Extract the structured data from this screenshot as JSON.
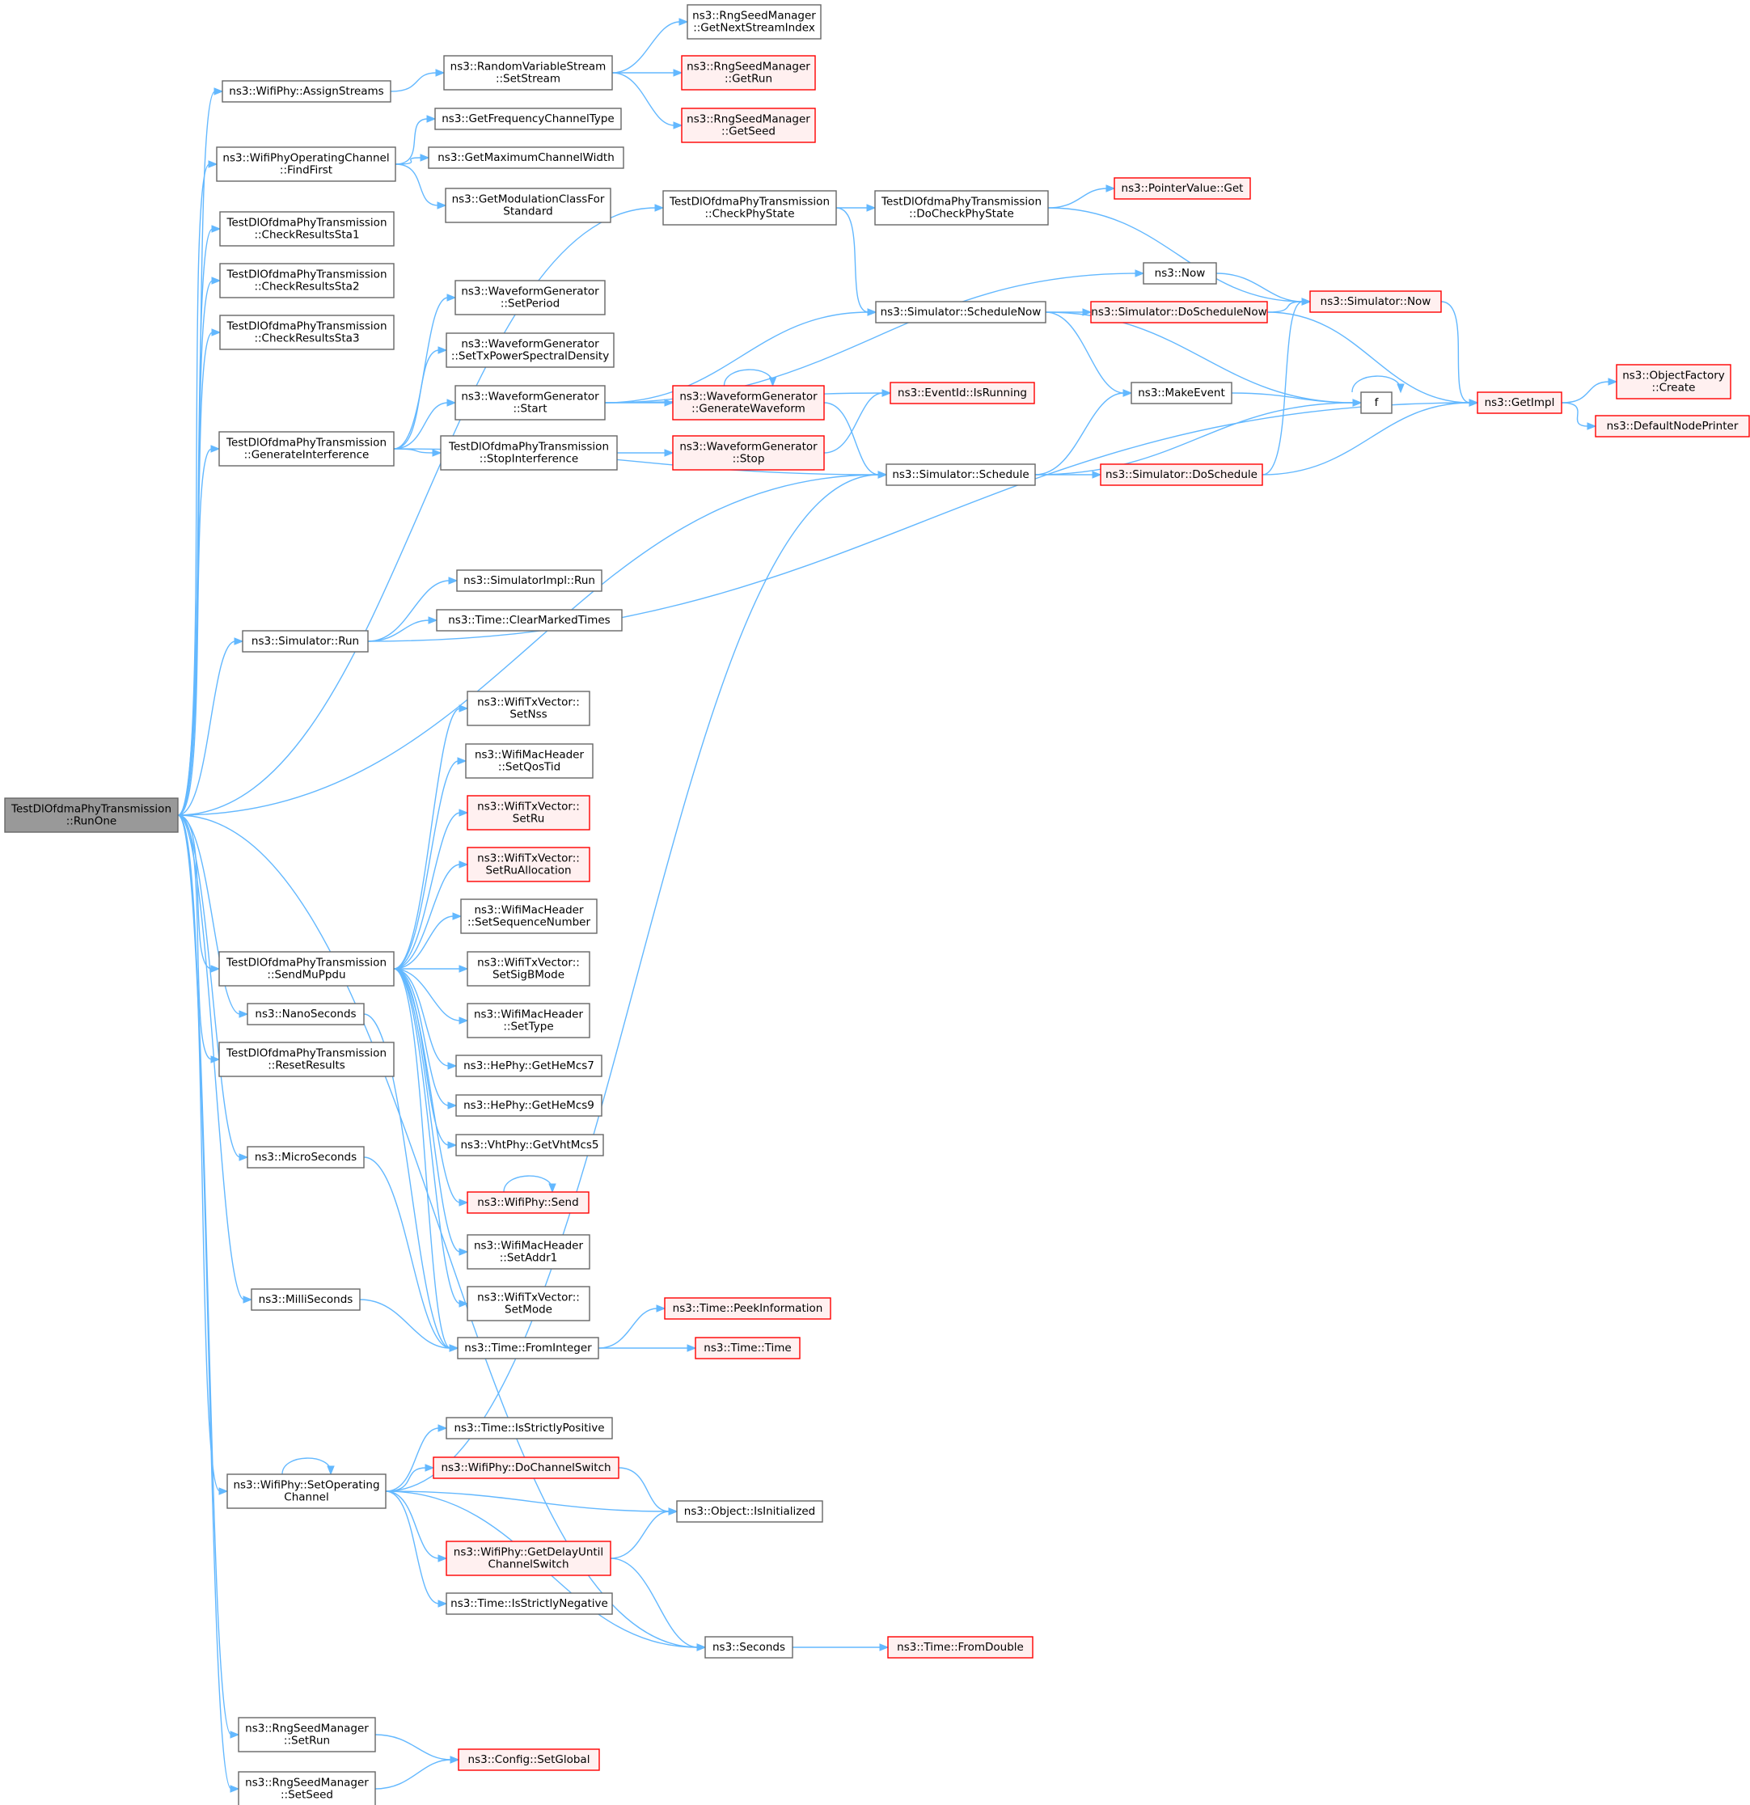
{
  "colors": {
    "edge": "#63b8ff",
    "node_border": "#666666",
    "node_fill": "#ffffff",
    "root_fill": "#999999",
    "truncated_border": "#ff0000",
    "truncated_fill": "#fff0f0"
  },
  "nodes": [
    {
      "id": "root",
      "lines": [
        "TestDlOfdmaPhyTransmission",
        "::RunOne"
      ],
      "style": "root"
    },
    {
      "id": "assignStreams",
      "lines": [
        "ns3::WifiPhy::AssignStreams"
      ],
      "style": "plain"
    },
    {
      "id": "setStream",
      "lines": [
        "ns3::RandomVariableStream",
        "::SetStream"
      ],
      "style": "plain"
    },
    {
      "id": "getNextStreamIndex",
      "lines": [
        "ns3::RngSeedManager",
        "::GetNextStreamIndex"
      ],
      "style": "plain"
    },
    {
      "id": "getRun",
      "lines": [
        "ns3::RngSeedManager",
        "::GetRun"
      ],
      "style": "red"
    },
    {
      "id": "getSeed",
      "lines": [
        "ns3::RngSeedManager",
        "::GetSeed"
      ],
      "style": "red"
    },
    {
      "id": "getFreqChanType",
      "lines": [
        "ns3::GetFrequencyChannelType"
      ],
      "style": "plain"
    },
    {
      "id": "findFirst",
      "lines": [
        "ns3::WifiPhyOperatingChannel",
        "::FindFirst"
      ],
      "style": "plain"
    },
    {
      "id": "getMaxChanWidth",
      "lines": [
        "ns3::GetMaximumChannelWidth"
      ],
      "style": "plain"
    },
    {
      "id": "getModClass",
      "lines": [
        "ns3::GetModulationClassFor",
        "Standard"
      ],
      "style": "plain"
    },
    {
      "id": "checkSta1",
      "lines": [
        "TestDlOfdmaPhyTransmission",
        "::CheckResultsSta1"
      ],
      "style": "plain"
    },
    {
      "id": "checkSta2",
      "lines": [
        "TestDlOfdmaPhyTransmission",
        "::CheckResultsSta2"
      ],
      "style": "plain"
    },
    {
      "id": "checkSta3",
      "lines": [
        "TestDlOfdmaPhyTransmission",
        "::CheckResultsSta3"
      ],
      "style": "plain"
    },
    {
      "id": "checkPhyState",
      "lines": [
        "TestDlOfdmaPhyTransmission",
        "::CheckPhyState"
      ],
      "style": "plain"
    },
    {
      "id": "doCheckPhyState",
      "lines": [
        "TestDlOfdmaPhyTransmission",
        "::DoCheckPhyState"
      ],
      "style": "plain"
    },
    {
      "id": "pointerGet",
      "lines": [
        "ns3::PointerValue::Get"
      ],
      "style": "red"
    },
    {
      "id": "wgSetPeriod",
      "lines": [
        "ns3::WaveformGenerator",
        "::SetPeriod"
      ],
      "style": "plain"
    },
    {
      "id": "wgSetTxPsd",
      "lines": [
        "ns3::WaveformGenerator",
        "::SetTxPowerSpectralDensity"
      ],
      "style": "plain"
    },
    {
      "id": "wgStart",
      "lines": [
        "ns3::WaveformGenerator",
        "::Start"
      ],
      "style": "plain"
    },
    {
      "id": "genInterf",
      "lines": [
        "TestDlOfdmaPhyTransmission",
        "::GenerateInterference"
      ],
      "style": "plain"
    },
    {
      "id": "stopInterf",
      "lines": [
        "TestDlOfdmaPhyTransmission",
        "::StopInterference"
      ],
      "style": "plain"
    },
    {
      "id": "wgGenWave",
      "lines": [
        "ns3::WaveformGenerator",
        "::GenerateWaveform"
      ],
      "style": "red"
    },
    {
      "id": "wgStop",
      "lines": [
        "ns3::WaveformGenerator",
        "::Stop"
      ],
      "style": "red"
    },
    {
      "id": "ns3Now",
      "lines": [
        "ns3::Now"
      ],
      "style": "plain"
    },
    {
      "id": "schedNow",
      "lines": [
        "ns3::Simulator::ScheduleNow"
      ],
      "style": "plain"
    },
    {
      "id": "doSchedNow",
      "lines": [
        "ns3::Simulator::DoScheduleNow"
      ],
      "style": "red"
    },
    {
      "id": "simNow",
      "lines": [
        "ns3::Simulator::Now"
      ],
      "style": "red"
    },
    {
      "id": "eventIsRunning",
      "lines": [
        "ns3::EventId::IsRunning"
      ],
      "style": "red"
    },
    {
      "id": "makeEvent",
      "lines": [
        "ns3::MakeEvent"
      ],
      "style": "plain"
    },
    {
      "id": "f",
      "lines": [
        "f"
      ],
      "style": "plain"
    },
    {
      "id": "getImpl",
      "lines": [
        "ns3::GetImpl"
      ],
      "style": "red"
    },
    {
      "id": "objFactCreate",
      "lines": [
        "ns3::ObjectFactory",
        "::Create"
      ],
      "style": "red"
    },
    {
      "id": "defNodePrinter",
      "lines": [
        "ns3::DefaultNodePrinter"
      ],
      "style": "red"
    },
    {
      "id": "schedule",
      "lines": [
        "ns3::Simulator::Schedule"
      ],
      "style": "plain"
    },
    {
      "id": "doSchedule",
      "lines": [
        "ns3::Simulator::DoSchedule"
      ],
      "style": "red"
    },
    {
      "id": "simImplRun",
      "lines": [
        "ns3::SimulatorImpl::Run"
      ],
      "style": "plain"
    },
    {
      "id": "clearMarked",
      "lines": [
        "ns3::Time::ClearMarkedTimes"
      ],
      "style": "plain"
    },
    {
      "id": "simRun",
      "lines": [
        "ns3::Simulator::Run"
      ],
      "style": "plain"
    },
    {
      "id": "setNss",
      "lines": [
        "ns3::WifiTxVector::",
        "SetNss"
      ],
      "style": "plain"
    },
    {
      "id": "setQosTid",
      "lines": [
        "ns3::WifiMacHeader",
        "::SetQosTid"
      ],
      "style": "plain"
    },
    {
      "id": "setRu",
      "lines": [
        "ns3::WifiTxVector::",
        "SetRu"
      ],
      "style": "red"
    },
    {
      "id": "setRuAlloc",
      "lines": [
        "ns3::WifiTxVector::",
        "SetRuAllocation"
      ],
      "style": "red"
    },
    {
      "id": "setSeqNum",
      "lines": [
        "ns3::WifiMacHeader",
        "::SetSequenceNumber"
      ],
      "style": "plain"
    },
    {
      "id": "sendMuPpdu",
      "lines": [
        "TestDlOfdmaPhyTransmission",
        "::SendMuPpdu"
      ],
      "style": "plain"
    },
    {
      "id": "setSigB",
      "lines": [
        "ns3::WifiTxVector::",
        "SetSigBMode"
      ],
      "style": "plain"
    },
    {
      "id": "setType",
      "lines": [
        "ns3::WifiMacHeader",
        "::SetType"
      ],
      "style": "plain"
    },
    {
      "id": "nanoSeconds",
      "lines": [
        "ns3::NanoSeconds"
      ],
      "style": "plain"
    },
    {
      "id": "getHeMcs7",
      "lines": [
        "ns3::HePhy::GetHeMcs7"
      ],
      "style": "plain"
    },
    {
      "id": "resetResults",
      "lines": [
        "TestDlOfdmaPhyTransmission",
        "::ResetResults"
      ],
      "style": "plain"
    },
    {
      "id": "getHeMcs9",
      "lines": [
        "ns3::HePhy::GetHeMcs9"
      ],
      "style": "plain"
    },
    {
      "id": "getVhtMcs5",
      "lines": [
        "ns3::VhtPhy::GetVhtMcs5"
      ],
      "style": "plain"
    },
    {
      "id": "microSeconds",
      "lines": [
        "ns3::MicroSeconds"
      ],
      "style": "plain"
    },
    {
      "id": "wifiSend",
      "lines": [
        "ns3::WifiPhy::Send"
      ],
      "style": "red"
    },
    {
      "id": "setAddr1",
      "lines": [
        "ns3::WifiMacHeader",
        "::SetAddr1"
      ],
      "style": "plain"
    },
    {
      "id": "setMode",
      "lines": [
        "ns3::WifiTxVector::",
        "SetMode"
      ],
      "style": "plain"
    },
    {
      "id": "milliSeconds",
      "lines": [
        "ns3::MilliSeconds"
      ],
      "style": "plain"
    },
    {
      "id": "peekInfo",
      "lines": [
        "ns3::Time::PeekInformation"
      ],
      "style": "red"
    },
    {
      "id": "fromInteger",
      "lines": [
        "ns3::Time::FromInteger"
      ],
      "style": "plain"
    },
    {
      "id": "timeTime",
      "lines": [
        "ns3::Time::Time"
      ],
      "style": "red"
    },
    {
      "id": "isStrictlyPos",
      "lines": [
        "ns3::Time::IsStrictlyPositive"
      ],
      "style": "plain"
    },
    {
      "id": "doChanSwitch",
      "lines": [
        "ns3::WifiPhy::DoChannelSwitch"
      ],
      "style": "red"
    },
    {
      "id": "setOpChan",
      "lines": [
        "ns3::WifiPhy::SetOperating",
        "Channel"
      ],
      "style": "plain"
    },
    {
      "id": "objIsInit",
      "lines": [
        "ns3::Object::IsInitialized"
      ],
      "style": "plain"
    },
    {
      "id": "getDelayUntil",
      "lines": [
        "ns3::WifiPhy::GetDelayUntil",
        "ChannelSwitch"
      ],
      "style": "red"
    },
    {
      "id": "isStrictlyNeg",
      "lines": [
        "ns3::Time::IsStrictlyNegative"
      ],
      "style": "plain"
    },
    {
      "id": "seconds",
      "lines": [
        "ns3::Seconds"
      ],
      "style": "plain"
    },
    {
      "id": "fromDouble",
      "lines": [
        "ns3::Time::FromDouble"
      ],
      "style": "red"
    },
    {
      "id": "rngSetRun",
      "lines": [
        "ns3::RngSeedManager",
        "::SetRun"
      ],
      "style": "plain"
    },
    {
      "id": "configSetGlobal",
      "lines": [
        "ns3::Config::SetGlobal"
      ],
      "style": "red"
    },
    {
      "id": "rngSetSeed",
      "lines": [
        "ns3::RngSeedManager",
        "::SetSeed"
      ],
      "style": "plain"
    }
  ],
  "edges": [
    [
      "root",
      "assignStreams"
    ],
    [
      "root",
      "findFirst"
    ],
    [
      "root",
      "checkSta1"
    ],
    [
      "root",
      "checkSta2"
    ],
    [
      "root",
      "checkSta3"
    ],
    [
      "root",
      "checkPhyState"
    ],
    [
      "root",
      "genInterf"
    ],
    [
      "root",
      "schedule"
    ],
    [
      "root",
      "simRun"
    ],
    [
      "root",
      "sendMuPpdu"
    ],
    [
      "root",
      "nanoSeconds"
    ],
    [
      "root",
      "resetResults"
    ],
    [
      "root",
      "microSeconds"
    ],
    [
      "root",
      "milliSeconds"
    ],
    [
      "root",
      "setOpChan"
    ],
    [
      "root",
      "seconds"
    ],
    [
      "root",
      "rngSetRun"
    ],
    [
      "root",
      "rngSetSeed"
    ],
    [
      "assignStreams",
      "setStream"
    ],
    [
      "setStream",
      "getNextStreamIndex"
    ],
    [
      "setStream",
      "getRun"
    ],
    [
      "setStream",
      "getSeed"
    ],
    [
      "findFirst",
      "getFreqChanType"
    ],
    [
      "findFirst",
      "getMaxChanWidth"
    ],
    [
      "findFirst",
      "getModClass"
    ],
    [
      "checkPhyState",
      "doCheckPhyState"
    ],
    [
      "checkPhyState",
      "schedNow"
    ],
    [
      "doCheckPhyState",
      "pointerGet"
    ],
    [
      "doCheckPhyState",
      "simNow"
    ],
    [
      "genInterf",
      "wgSetPeriod"
    ],
    [
      "genInterf",
      "wgSetTxPsd"
    ],
    [
      "genInterf",
      "wgStart"
    ],
    [
      "genInterf",
      "stopInterf"
    ],
    [
      "genInterf",
      "schedule"
    ],
    [
      "wgStart",
      "ns3Now"
    ],
    [
      "wgStart",
      "schedNow"
    ],
    [
      "wgStart",
      "eventIsRunning"
    ],
    [
      "wgStart",
      "wgGenWave"
    ],
    [
      "wgGenWave",
      "wgGenWave"
    ],
    [
      "wgGenWave",
      "schedule"
    ],
    [
      "stopInterf",
      "wgStop"
    ],
    [
      "wgStop",
      "eventIsRunning"
    ],
    [
      "ns3Now",
      "simNow"
    ],
    [
      "schedNow",
      "doSchedNow"
    ],
    [
      "schedNow",
      "makeEvent"
    ],
    [
      "schedNow",
      "f"
    ],
    [
      "doSchedNow",
      "simNow"
    ],
    [
      "doSchedNow",
      "getImpl"
    ],
    [
      "simNow",
      "getImpl"
    ],
    [
      "makeEvent",
      "f"
    ],
    [
      "f",
      "f"
    ],
    [
      "getImpl",
      "objFactCreate"
    ],
    [
      "getImpl",
      "defNodePrinter"
    ],
    [
      "schedule",
      "makeEvent"
    ],
    [
      "schedule",
      "f"
    ],
    [
      "schedule",
      "doSchedule"
    ],
    [
      "doSchedule",
      "simNow"
    ],
    [
      "doSchedule",
      "getImpl"
    ],
    [
      "simRun",
      "simImplRun"
    ],
    [
      "simRun",
      "clearMarked"
    ],
    [
      "simRun",
      "getImpl"
    ],
    [
      "sendMuPpdu",
      "setNss"
    ],
    [
      "sendMuPpdu",
      "setQosTid"
    ],
    [
      "sendMuPpdu",
      "setRu"
    ],
    [
      "sendMuPpdu",
      "setRuAlloc"
    ],
    [
      "sendMuPpdu",
      "setSeqNum"
    ],
    [
      "sendMuPpdu",
      "setSigB"
    ],
    [
      "sendMuPpdu",
      "setType"
    ],
    [
      "sendMuPpdu",
      "getHeMcs7"
    ],
    [
      "sendMuPpdu",
      "getHeMcs9"
    ],
    [
      "sendMuPpdu",
      "getVhtMcs5"
    ],
    [
      "sendMuPpdu",
      "wifiSend"
    ],
    [
      "sendMuPpdu",
      "setAddr1"
    ],
    [
      "sendMuPpdu",
      "setMode"
    ],
    [
      "sendMuPpdu",
      "fromInteger"
    ],
    [
      "wifiSend",
      "wifiSend"
    ],
    [
      "nanoSeconds",
      "fromInteger"
    ],
    [
      "microSeconds",
      "fromInteger"
    ],
    [
      "milliSeconds",
      "fromInteger"
    ],
    [
      "fromInteger",
      "peekInfo"
    ],
    [
      "fromInteger",
      "timeTime"
    ],
    [
      "setOpChan",
      "setOpChan"
    ],
    [
      "setOpChan",
      "schedule"
    ],
    [
      "setOpChan",
      "isStrictlyPos"
    ],
    [
      "setOpChan",
      "doChanSwitch"
    ],
    [
      "setOpChan",
      "objIsInit"
    ],
    [
      "setOpChan",
      "getDelayUntil"
    ],
    [
      "setOpChan",
      "isStrictlyNeg"
    ],
    [
      "setOpChan",
      "seconds"
    ],
    [
      "doChanSwitch",
      "objIsInit"
    ],
    [
      "getDelayUntil",
      "objIsInit"
    ],
    [
      "getDelayUntil",
      "seconds"
    ],
    [
      "seconds",
      "fromDouble"
    ],
    [
      "rngSetRun",
      "configSetGlobal"
    ],
    [
      "rngSetSeed",
      "configSetGlobal"
    ]
  ]
}
